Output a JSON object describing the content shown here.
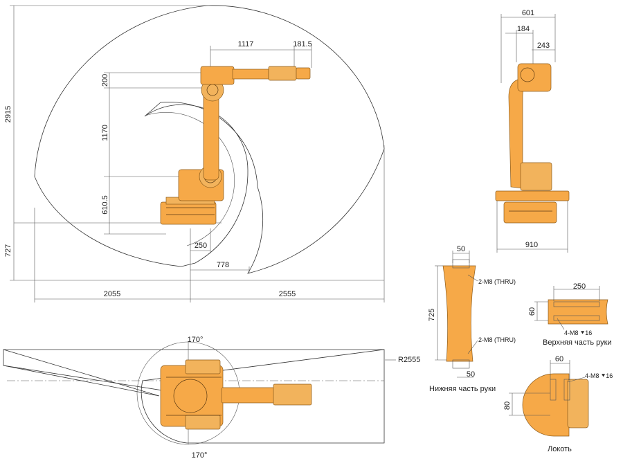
{
  "side_view": {
    "dims": {
      "reach_top": "1117",
      "reach_tip": "181.5",
      "h200": "200",
      "h1170": "1170",
      "h610": "610.5",
      "h2915": "2915",
      "h727": "727",
      "d250": "250",
      "d778": "778",
      "w2055": "2055",
      "w2555": "2555"
    }
  },
  "front_view": {
    "dims": {
      "d601": "601",
      "d184": "184",
      "d243": "243",
      "d910": "910"
    }
  },
  "top_view": {
    "dims": {
      "angle_top": "170°",
      "angle_bottom": "170°",
      "radius": "R2555"
    }
  },
  "lower_arm": {
    "dims": {
      "top50": "50",
      "bottom50": "50",
      "len725": "725"
    },
    "labels": {
      "thread_top": "2-M8 (THRU)",
      "thread_bottom": "2-M8 (THRU)",
      "caption": "Нижняя часть руки"
    }
  },
  "upper_arm": {
    "dims": {
      "d250": "250",
      "d60": "60"
    },
    "labels": {
      "thread": "4-M8 ⯆16",
      "caption": "Верхняя часть руки"
    }
  },
  "elbow": {
    "dims": {
      "d60": "60",
      "d80": "80"
    },
    "labels": {
      "thread": "4-M8 ⯆16",
      "caption": "Локоть"
    }
  },
  "colors": {
    "robot": "#f6a948",
    "outline": "#333333"
  }
}
